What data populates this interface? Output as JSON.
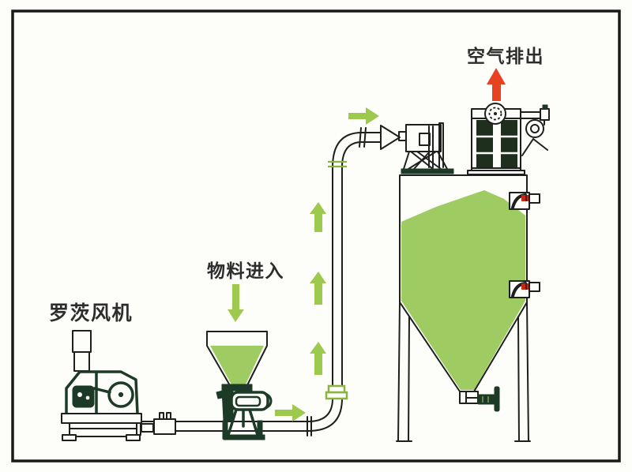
{
  "diagram": {
    "labels": {
      "blower": "罗茨风机",
      "material_in": "物料进入",
      "air_out": "空气排出"
    },
    "icons": {
      "air_out_arrow": "red-up-arrow",
      "material_in_arrow": "green-down-arrow",
      "flow_arrow_right_top": "green-right-arrow",
      "flow_arrow_right_bottom": "green-right-arrow",
      "flow_arrow_up_1": "green-up-arrow",
      "flow_arrow_up_2": "green-up-arrow",
      "flow_arrow_up_3": "green-up-arrow"
    },
    "colors": {
      "paper": "#fdfdfa",
      "line_ink": "#1f1f1f",
      "label_ink": "#2d2d2d",
      "machine_dark": "#1d3a26",
      "filter_dark": "#1e2f1d",
      "material_green": "#9ecb62",
      "arrow_green": "#9cc94e",
      "arrow_red": "#e84320",
      "indicator_red": "#c02a17",
      "flange_green": "#8ab33f",
      "frame_border": "#1a1a1a"
    }
  }
}
